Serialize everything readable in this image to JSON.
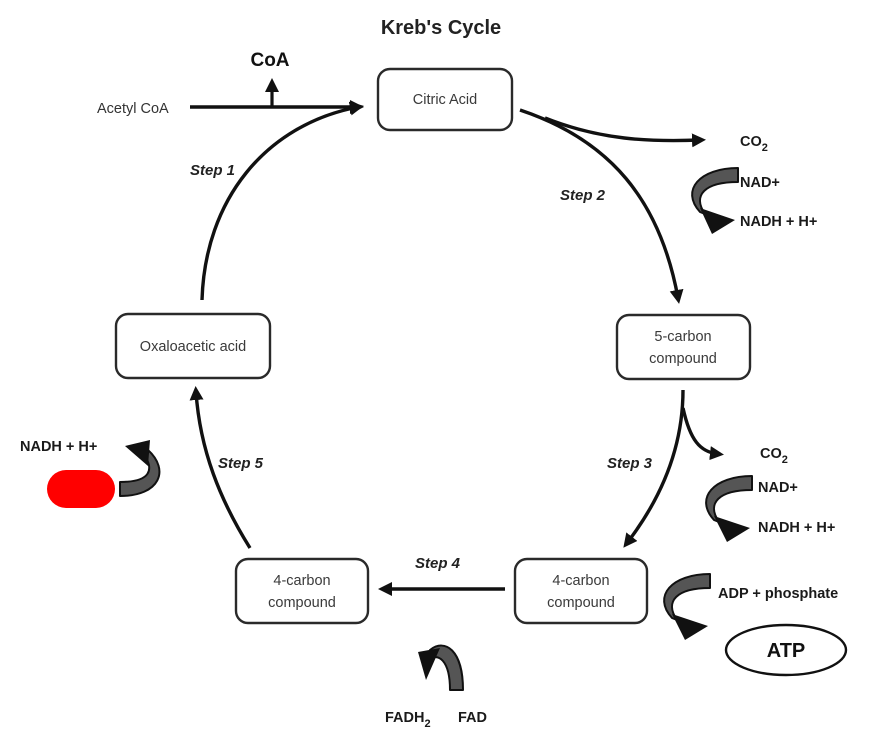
{
  "title": "Kreb's Cycle",
  "compounds": {
    "citric_acid": "Citric Acid",
    "five_carbon_line1": "5-carbon",
    "five_carbon_line2": "compound",
    "four_carbon_right_line1": "4-carbon",
    "four_carbon_right_line2": "compound",
    "four_carbon_left_line1": "4-carbon",
    "four_carbon_left_line2": "compound",
    "oxaloacetic": "Oxaloacetic acid"
  },
  "steps": {
    "step1": "Step 1",
    "step2": "Step 2",
    "step3": "Step 3",
    "step4": "Step 4",
    "step5": "Step 5"
  },
  "inputs": {
    "acetyl_coa": "Acetyl CoA",
    "coa": "CoA"
  },
  "step2_products": {
    "co2_base": "CO",
    "co2_sub": "2",
    "nad": "NAD+",
    "nadh": "NADH + H+"
  },
  "step3_products": {
    "co2_base": "CO",
    "co2_sub": "2",
    "nad": "NAD+",
    "nadh": "NADH + H+",
    "adp": "ADP + phosphate",
    "atp": "ATP"
  },
  "step4_products": {
    "fadh2_base": "FADH",
    "fadh2_sub": "2",
    "fad": "FAD"
  },
  "step5_products": {
    "nadh": "NADH + H+"
  },
  "colors": {
    "redaction": "#ff0000",
    "curl_fill": "#555555"
  }
}
